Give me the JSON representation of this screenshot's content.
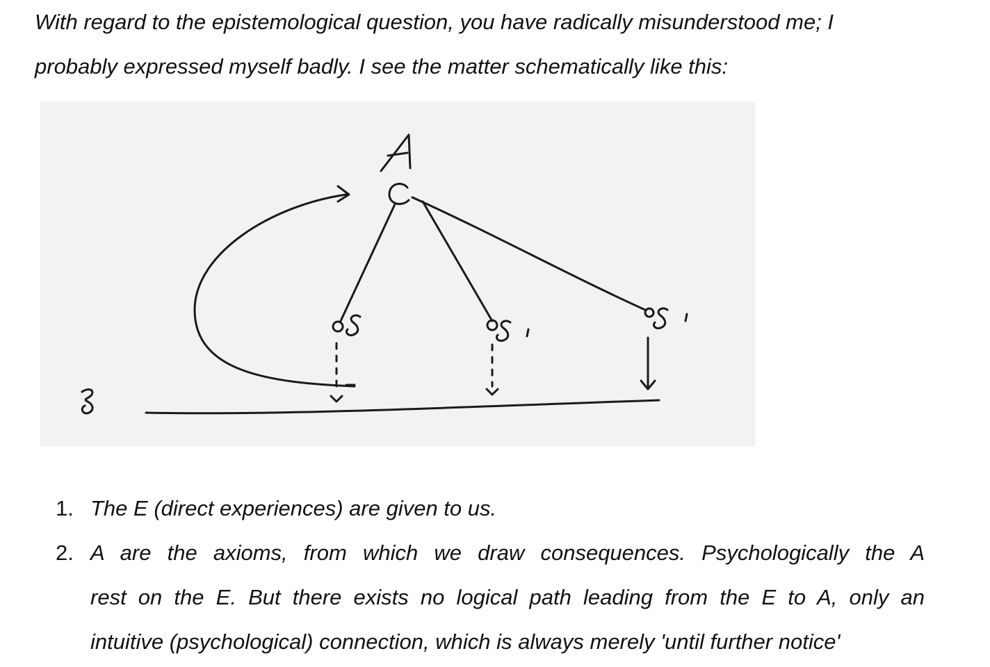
{
  "intro": {
    "line1": "With regard to the epistemological question, you have radically misunderstood me; I",
    "line2": "probably expressed myself badly. I see the matter schematically like this:"
  },
  "list": [
    {
      "number": "1.",
      "lines": [
        "The E (direct experiences) are given to us."
      ]
    },
    {
      "number": "2.",
      "lines": [
        "A are the axioms, from which we draw consequences. Psychologically the A",
        "rest on the E. But there exists no logical path leading from the E to A, only an",
        "intuitive (psychological) connection, which is always merely 'until further notice'"
      ]
    }
  ]
}
